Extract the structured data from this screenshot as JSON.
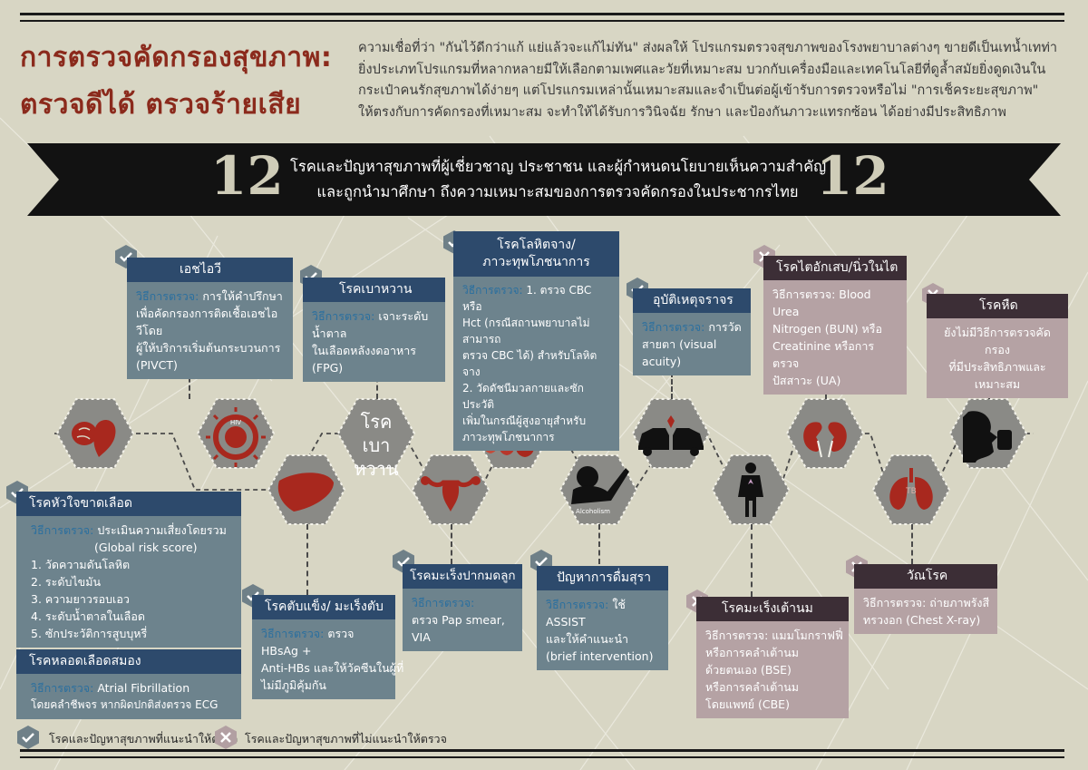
{
  "title": {
    "line1": "การตรวจคัดกรองสุขภาพ:",
    "line2": "ตรวจดีได้ ตรวจร้ายเสีย"
  },
  "intro": {
    "lines": [
      "ความเชื่อที่ว่า \"กันไว้ดีกว่าแก้ แย่แล้วจะแก้ไม่ทัน\" ส่งผลให้ โปรแกรมตรวจสุขภาพของโรงพยาบาลต่างๆ ขายดีเป็นเทน้ำเทท่า",
      "ยิ่งประเภทโปรแกรมที่หลากหลายมีให้เลือกตามเพศและวัยที่เหมาะสม บวกกับเครื่องมือและเทคโนโลยีที่ดูล้ำสมัยยิ่งดูดเงินใน",
      "กระเป๋าคนรักสุขภาพได้ง่ายๆ แต่โปรแกรมเหล่านั้นเหมาะสมและจำเป็นต่อผู้เข้ารับการตรวจหรือไม่ \"การเช็คระยะสุขภาพ\"",
      "ให้ตรงกับการคัดกรองที่เหมาะสม จะทำให้ได้รับการวินิจฉัย รักษา และป้องกันภาวะแทรกซ้อน ได้อย่างมีประสิทธิภาพ"
    ]
  },
  "banner": {
    "number_left": "12",
    "number_right": "12",
    "line1": "โรคและปัญหาสุขภาพที่ผู้เชี่ยวชาญ ประชาชน และผู้กำหนดนโยบายเห็นความสำคัญ",
    "line2": "และถูกนำมาศึกษา ถึงความเหมาะสมของการตรวจคัดกรองในประชากรไทย"
  },
  "method_label": "วิธีการตรวจ:",
  "cards": {
    "hiv": {
      "title": "เอชไอวี",
      "lines": [
        "การให้คำปรึกษา",
        "เพื่อคัดกรองการติดเชื้อเอชไอวีโดย",
        "ผู้ให้บริการเริ่มต้นกระบวนการ",
        "(PIVCT)"
      ]
    },
    "diabetes": {
      "title": "โรคเบาหวาน",
      "lines": [
        "เจาะระดับน้ำตาล",
        "ในเลือดหลังงดอาหาร (FPG)"
      ]
    },
    "anemia": {
      "title_l1": "โรคโลหิตจาง/",
      "title_l2": "ภาวะทุพโภชนาการ",
      "lines": [
        "1. ตรวจ CBC หรือ",
        "Hct (กรณีสถานพยาบาลไม่สามารถ",
        "ตรวจ CBC ได้) สำหรับโลหิตจาง",
        "2. วัดดัชนีมวลกายและซักประวัติ",
        "เพิ่มในกรณีผู้สูงอายุสำหรับ",
        "ภาวะทุพโภชนาการ"
      ]
    },
    "accident": {
      "title": "อุบัติเหตุจราจร",
      "lines": [
        "การวัด",
        "สายตา (visual acuity)"
      ]
    },
    "kidney": {
      "title": "โรคไตอักเสบ/นิ่วในไต",
      "lines": [
        "วิธีการตรวจ: Blood Urea",
        "Nitrogen (BUN) หรือ",
        "Creatinine หรือการตรวจ",
        "ปัสสาวะ (UA)"
      ]
    },
    "asthma": {
      "title": "โรคหืด",
      "lines": [
        "ยังไม่มีวิธีการตรวจคัดกรอง",
        "ที่มีประสิทธิภาพและเหมาะสม"
      ]
    },
    "heart": {
      "title": "โรคหัวใจขาดเลือด",
      "lines": [
        "ประเมินความเสี่ยงโดยรวม",
        "(Global risk score)",
        "1. วัดความดันโลหิต",
        "2. ระดับไขมัน",
        "3. ความยาวรอบเอว",
        "4. ระดับน้ำตาลในเลือด",
        "5. ซักประวัติการสูบบุหรี่"
      ]
    },
    "stroke": {
      "title": "โรคหลอดเลือดสมอง",
      "lines": [
        "Atrial Fibrillation",
        "โดยคลำชีพจร หากผิดปกติส่งตรวจ ECG"
      ]
    },
    "liver": {
      "title": "โรคตับแข็ง/ มะเร็งตับ",
      "lines": [
        "ตรวจ HBsAg +",
        "Anti-HBs และให้วัคซีนในผู้ที่",
        "ไม่มีภูมิคุ้มกัน"
      ]
    },
    "cervical": {
      "title": "โรคมะเร็งปากมดลูก",
      "lines": [
        "",
        "ตรวจ Pap smear, VIA"
      ]
    },
    "alcohol": {
      "title": "ปัญหาการดื่มสุรา",
      "lines": [
        "ใช้ ASSIST",
        "และให้คำแนะนำ",
        "(brief intervention)"
      ]
    },
    "breast": {
      "title": "โรคมะเร็งเต้านม",
      "lines": [
        "วิธีการตรวจ: แมมโมกราฟฟี่",
        "หรือการคลำเต้านม",
        "ด้วยตนเอง (BSE)",
        "หรือการคลำเต้านม",
        "โดยแพทย์ (CBE)"
      ]
    },
    "tb": {
      "title": "วัณโรค",
      "lines": [
        "วิธีการตรวจ: ถ่ายภาพรังสี",
        "ทรวงอก (Chest X-ray)"
      ]
    }
  },
  "hex_labels": {
    "diabetes": "โรค\nเบาหวาน",
    "alcoholism": "Alcoholism",
    "hiv": "HIV",
    "tb": "TB"
  },
  "legend": {
    "recommended": "โรคและปัญหาสุขภาพที่แนะนำให้ตรวจ",
    "not_recommended": "โรคและปัญหาสุขภาพที่ไม่แนะนำให้ตรวจ"
  },
  "colors": {
    "title_red": "#8b2a1c",
    "card_blue_head": "#2d4a6c",
    "card_blue_body": "#6d838d",
    "card_mauve_head": "#3c2e36",
    "card_mauve_body": "#b5a2a4",
    "hex_fill": "#8a8a86",
    "hex_icon_red": "#a8281e",
    "check_badge": "#6f8088",
    "x_badge": "#b29fa2"
  },
  "icons": [
    "check-icon",
    "x-icon",
    "heart-brain-icon",
    "hiv-virus-icon",
    "blood-drops-icon",
    "car-crash-icon",
    "kidney-icon",
    "asthma-inhaler-icon",
    "liver-icon",
    "uterus-icon",
    "alcohol-drinker-icon",
    "woman-ribbon-icon",
    "lungs-icon"
  ]
}
